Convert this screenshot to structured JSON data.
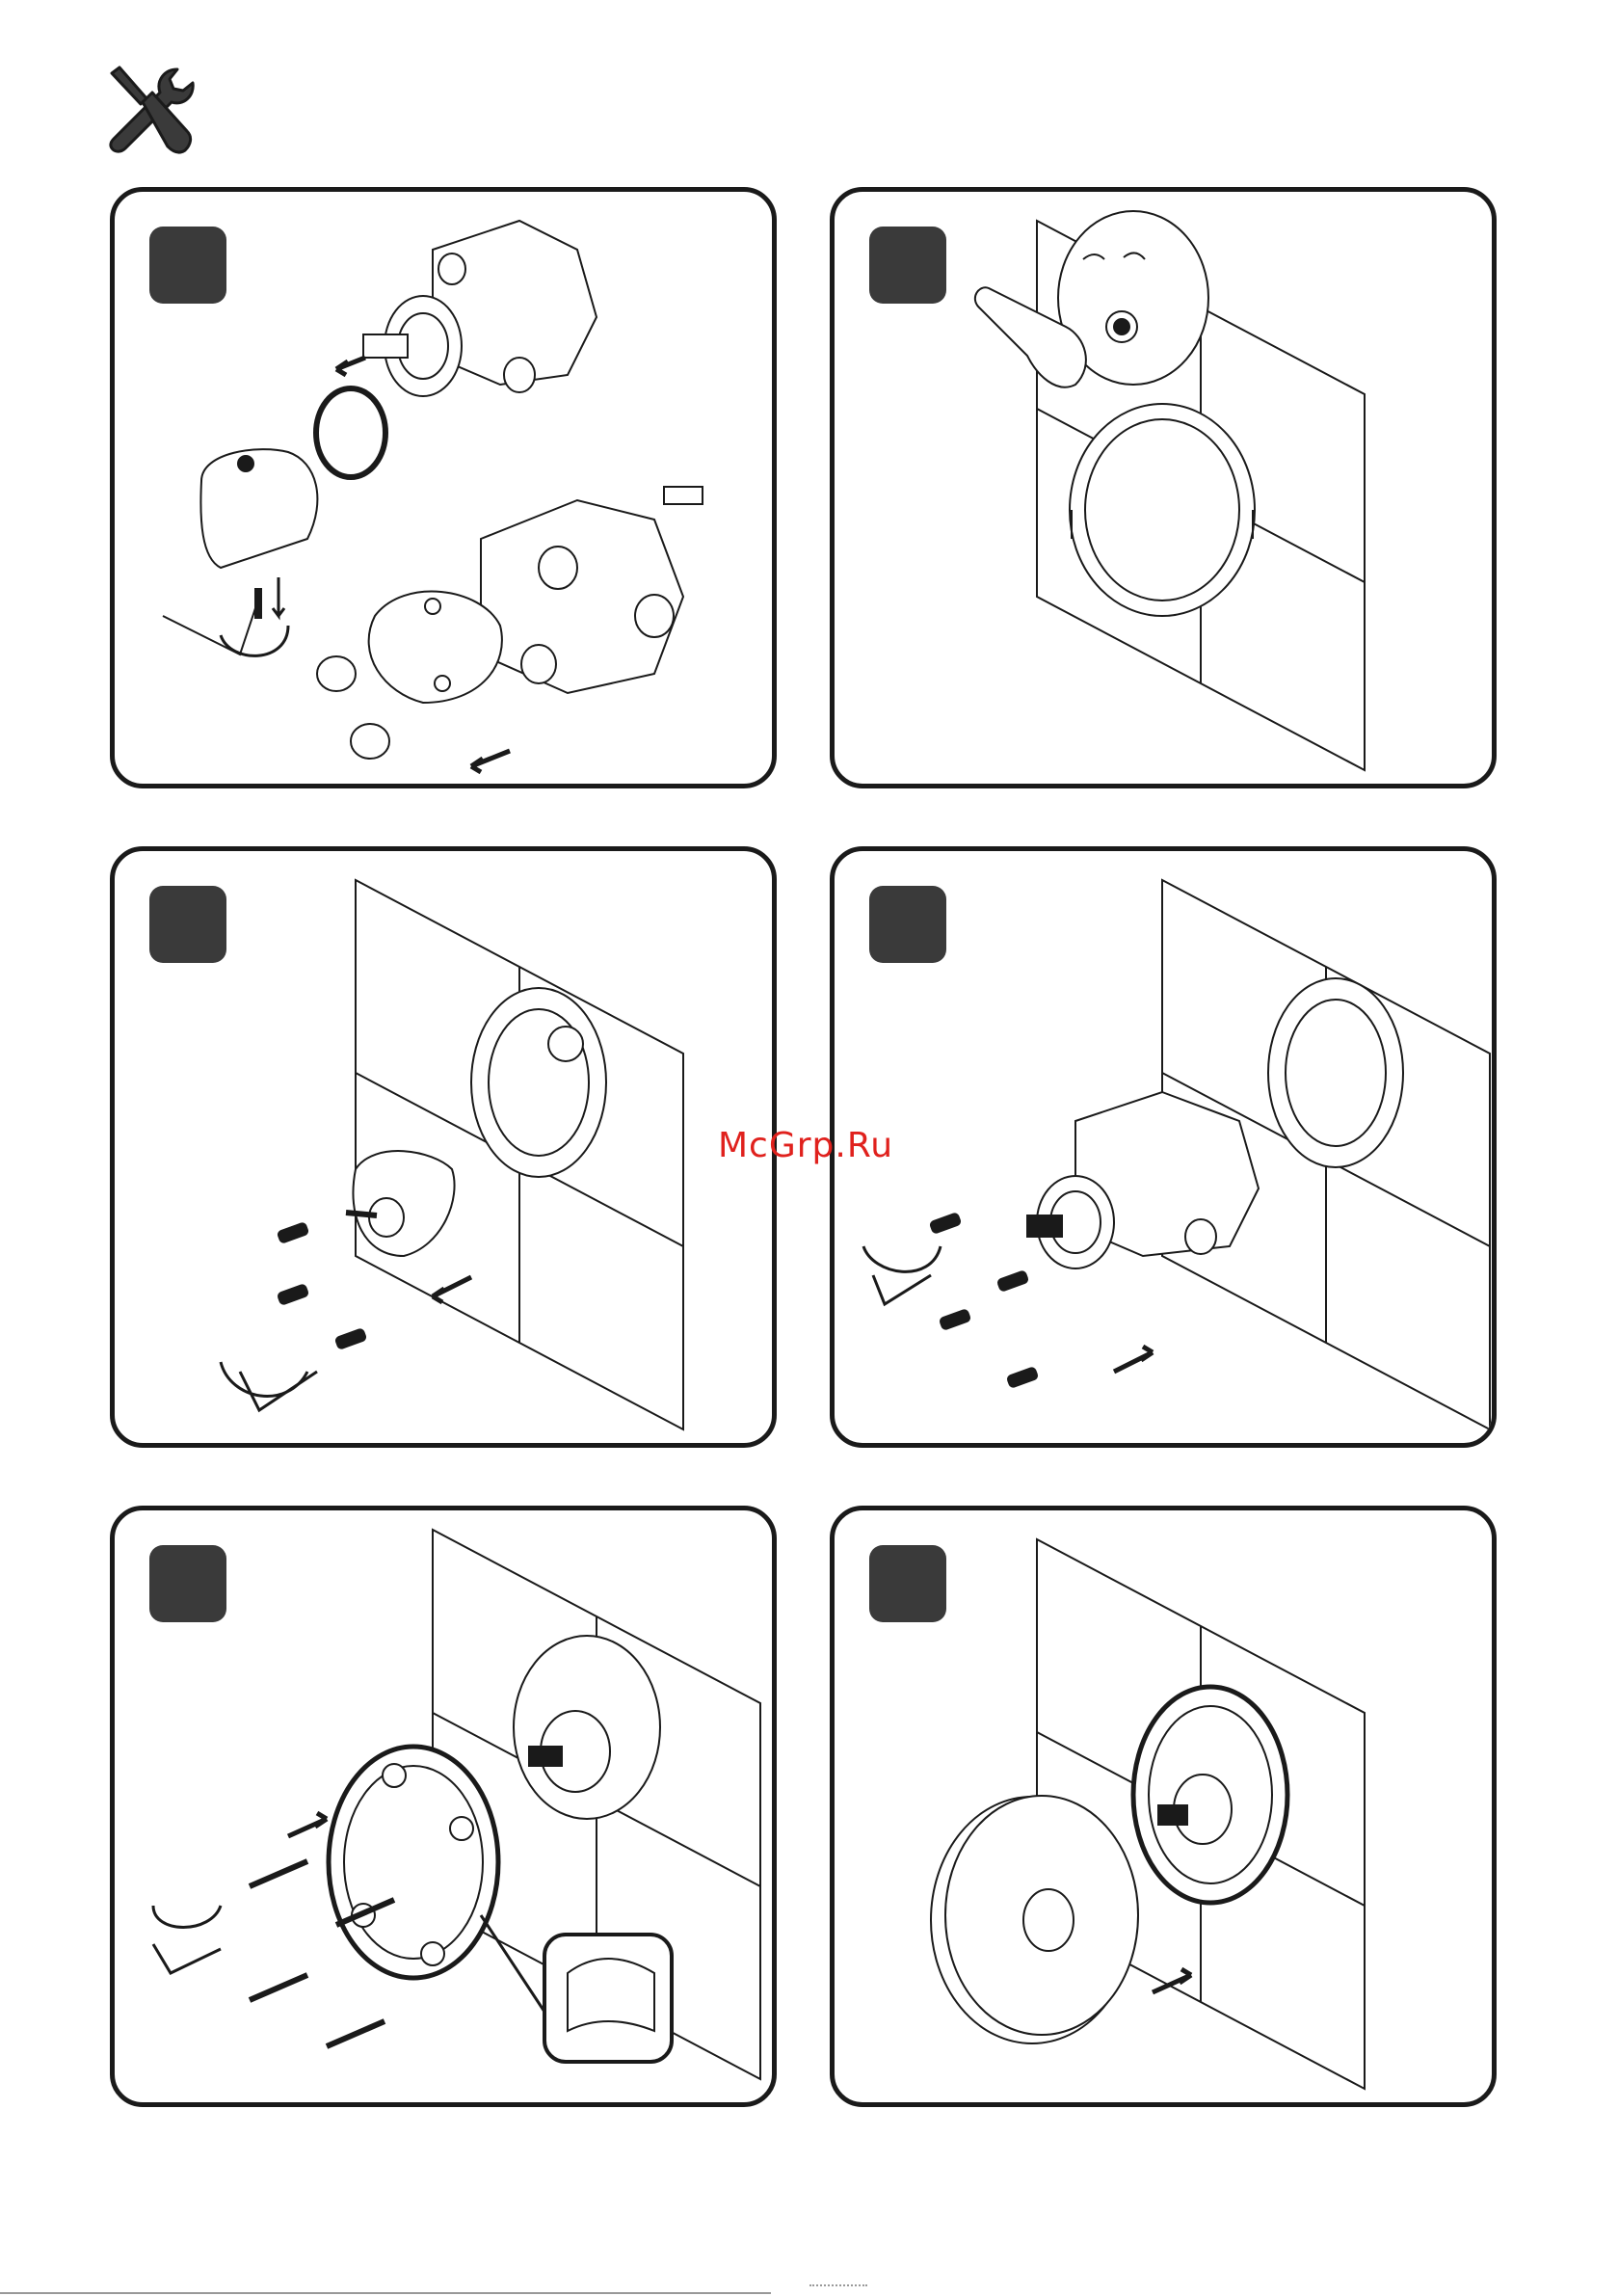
{
  "header": {
    "icon": "tools-icon"
  },
  "watermark": {
    "text": "McGrp.Ru",
    "color": "#e0211d"
  },
  "colors": {
    "badge": "#3a3a3a",
    "stroke": "#1a1a1a",
    "paper": "#ffffff"
  },
  "panels": [
    {
      "icon": "valve-disassembly-illustration"
    },
    {
      "icon": "am-pm-scale-ring-illustration"
    },
    {
      "icon": "flange-screw-illustration"
    },
    {
      "icon": "valve-body-mounting-illustration"
    },
    {
      "icon": "mounting-plate-illustration"
    },
    {
      "icon": "cover-rosette-illustration"
    }
  ]
}
